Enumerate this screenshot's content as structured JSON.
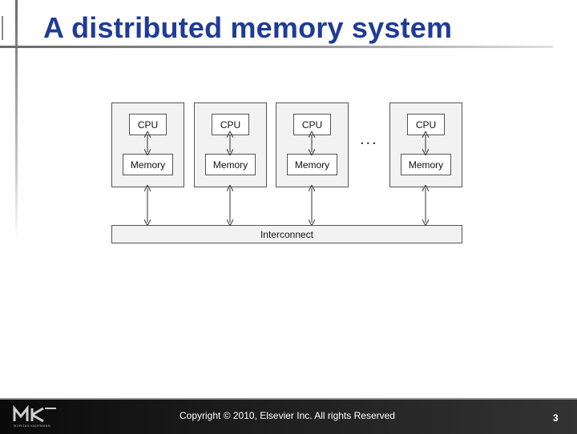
{
  "slide": {
    "title": "A distributed memory system",
    "footer": {
      "copyright": "Copyright © 2010, Elsevier Inc. All rights Reserved",
      "page_number": "3",
      "logo_text": "MORGAN KAUFMANN"
    }
  },
  "diagram": {
    "nodes": [
      {
        "cpu": "CPU",
        "memory": "Memory"
      },
      {
        "cpu": "CPU",
        "memory": "Memory"
      },
      {
        "cpu": "CPU",
        "memory": "Memory"
      },
      {
        "cpu": "CPU",
        "memory": "Memory"
      }
    ],
    "ellipsis": "...",
    "interconnect": "Interconnect"
  },
  "colors": {
    "title": "#1f3c95",
    "footer_bg": "#1a1a1a"
  }
}
